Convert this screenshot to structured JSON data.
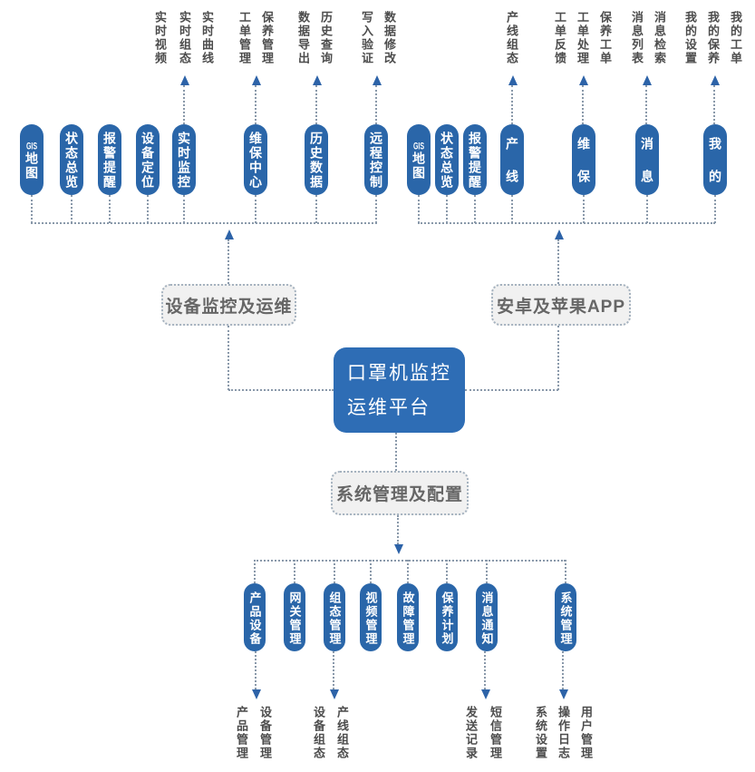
{
  "colors": {
    "pill_blue": "#2a66a9",
    "center_blue": "#2e6db5",
    "arrow_blue": "#2d63a8",
    "dot": "#8a99aa",
    "box_bg": "#f1f1f1",
    "box_border": "#a5b2bf",
    "box_text": "#666666",
    "label_text": "#4d4d4d"
  },
  "center_box": {
    "line1": "口罩机监控",
    "line2": "运维平台"
  },
  "section_boxes": {
    "left": "设备监控及运维",
    "right": "安卓及苹果APP",
    "bottom": "系统管理及配置"
  },
  "gis_parts": {
    "latin": "GIS",
    "cjk": "地图"
  },
  "top_left": {
    "labels": [
      "实时视频",
      "实时组态",
      "实时曲线",
      "工单管理",
      "保养管理",
      "数据导出",
      "历史查询",
      "写入验证",
      "数据修改"
    ],
    "pills": [
      "GIS地图",
      "状态总览",
      "报警提醒",
      "设备定位",
      "实时监控",
      "维保中心",
      "历史数据",
      "远程控制"
    ]
  },
  "top_right": {
    "labels": [
      "产线组态",
      "工单反馈",
      "工单处理",
      "保养工单",
      "消息列表",
      "消息检索",
      "我的设置",
      "我的保养",
      "我的工单"
    ],
    "pills": [
      "GIS地图",
      "状态总览",
      "报警提醒",
      "产线",
      "维保",
      "消息",
      "我的"
    ]
  },
  "bottom": {
    "pills": [
      "产品设备",
      "网关管理",
      "组态管理",
      "视频管理",
      "故障管理",
      "保养计划",
      "消息通知",
      "系统管理"
    ],
    "labels": [
      "产品管理",
      "设备管理",
      "设备组态",
      "产线组态",
      "发送记录",
      "短信管理",
      "系统设置",
      "操作日志",
      "用户管理"
    ]
  }
}
